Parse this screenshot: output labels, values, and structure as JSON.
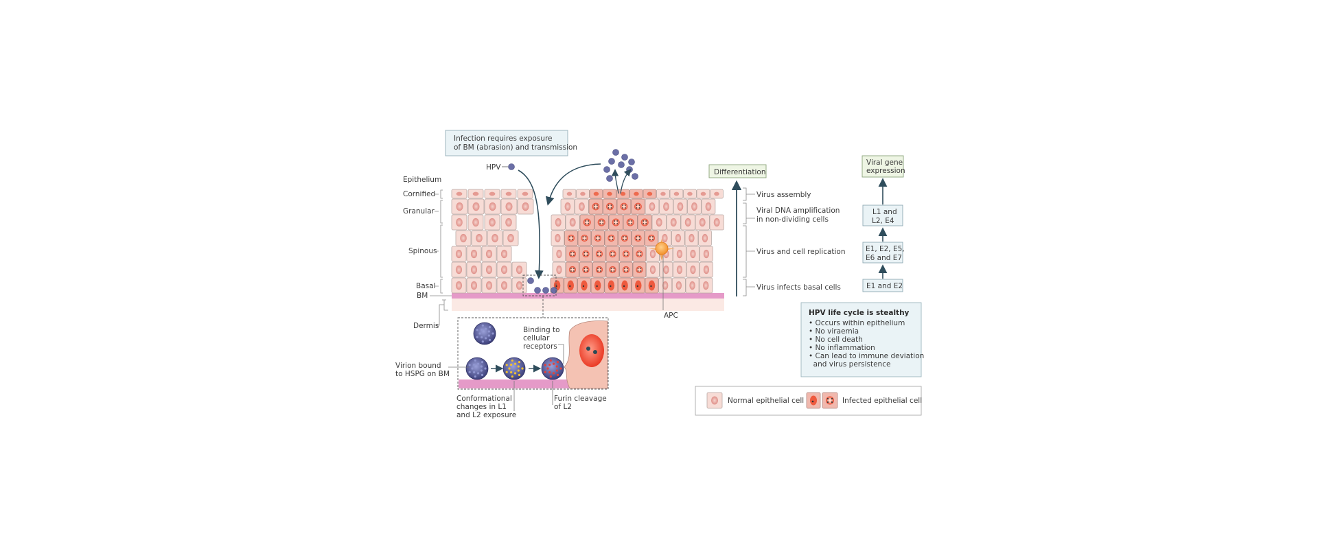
{
  "figure": {
    "layers": {
      "epithelium": "Epithelium",
      "cornified": "Cornified",
      "granular": "Granular",
      "spinous": "Spinous",
      "basal": "Basal",
      "bm": "BM",
      "dermis": "Dermis"
    },
    "infection_note": {
      "line1": "Infection requires exposure",
      "line2": "of BM (abrasion) and transmission"
    },
    "hpv_label": "HPV",
    "apc_label": "APC",
    "differentiation_label": "Differentiation",
    "life_cycle_stages": [
      {
        "line1": "Virus assembly",
        "line2": ""
      },
      {
        "line1": "Viral DNA amplification",
        "line2": "in non-dividing cells"
      },
      {
        "line1": "Virus and cell replication",
        "line2": ""
      },
      {
        "line1": "Virus infects basal cells",
        "line2": ""
      }
    ],
    "gene_expression": {
      "title_line1": "Viral gene",
      "title_line2": "expression",
      "boxes": [
        {
          "line1": "L1 and",
          "line2": "L2, E4"
        },
        {
          "line1": "E1, E2, E5,",
          "line2": "E6 and E7"
        },
        {
          "line1": "E1 and E2",
          "line2": ""
        }
      ]
    },
    "inset": {
      "virion_bound": {
        "line1": "Virion bound",
        "line2": "to HSPG on BM"
      },
      "binding": {
        "line1": "Binding to",
        "line2": "cellular",
        "line3": "receptors"
      },
      "conformational": {
        "line1": "Conformational",
        "line2": "changes in L1",
        "line3": "and L2 exposure"
      },
      "furin": {
        "line1": "Furin cleavage",
        "line2": "of L2"
      }
    },
    "stealth_box": {
      "title": "HPV life cycle is stealthy",
      "bullets": [
        "• Occurs within epithelium",
        "• No viraemia",
        "• No cell death",
        "• No inflammation",
        "• Can lead to immune deviation",
        "  and virus persistence"
      ]
    },
    "legend": {
      "normal": "Normal epithelial cell",
      "infected": "Infected epithelial cell"
    },
    "colors": {
      "normal_cell_fill": "#f7dcd6",
      "normal_cell_stroke": "#b9a8a4",
      "normal_nucleus": "#e8a6a0",
      "infected_cell_fill": "#f1b8ad",
      "infected_nucleus": "#ee5a3e",
      "virion": "#6b6fa6",
      "bm": "#e59ac8",
      "dermis": "#fbe9e4",
      "note_box": "#eaf3f6",
      "green_box": "#eef5e4",
      "arrow": "#2f4d5c"
    }
  }
}
